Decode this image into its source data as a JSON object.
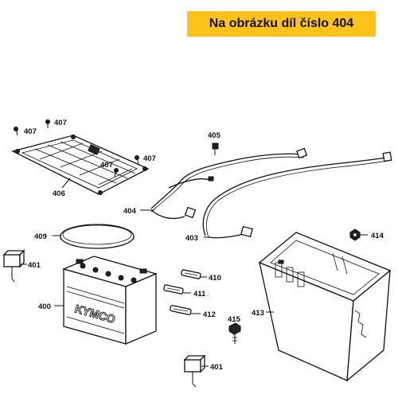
{
  "banner": {
    "text": "Na obrázku díl číslo 404",
    "color": "#ffc21a"
  },
  "callouts": {
    "c400": "400",
    "c401a": "401",
    "c401b": "401",
    "c403": "403",
    "c404": "404",
    "c405": "405",
    "c406": "406",
    "c407a": "407",
    "c407b": "407",
    "c407c": "407",
    "c407d": "407",
    "c409": "409",
    "c410": "410",
    "c411": "411",
    "c412": "412",
    "c413": "413",
    "c414": "414",
    "c415": "415"
  },
  "battery_brand": "KYMCO"
}
